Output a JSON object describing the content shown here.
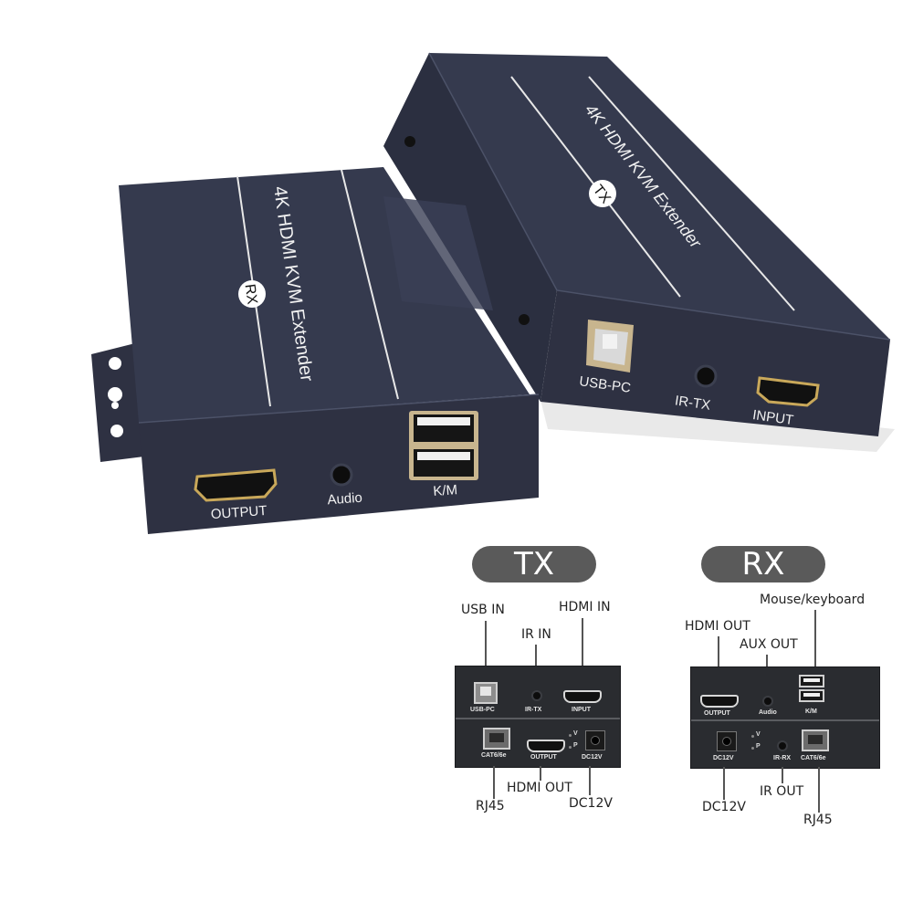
{
  "product": {
    "name": "4K HDMI KVM Extender",
    "rx_unit": {
      "badge": "RX",
      "top_text": "4K HDMI KVM Extender",
      "front_ports": [
        "OUTPUT",
        "Audio",
        "K/M"
      ]
    },
    "tx_unit": {
      "badge": "TX",
      "top_text": "4K HDMI KVM Extender",
      "front_ports": [
        "USB-PC",
        "IR-TX",
        "INPUT"
      ]
    }
  },
  "diagram": {
    "tx": {
      "title": "TX",
      "callouts_top": {
        "usb_in": "USB IN",
        "ir_in": "IR IN",
        "hdmi_in": "HDMI IN"
      },
      "panel_front": {
        "usb": "USB-PC",
        "ir": "IR-TX",
        "hdmi": "INPUT"
      },
      "panel_back": {
        "rj45": "CAT6/6e",
        "hdmi": "OUTPUT",
        "led_v": "V",
        "led_p": "P",
        "dc": "DC12V"
      },
      "callouts_bottom": {
        "rj45": "RJ45",
        "hdmi_out": "HDMI OUT",
        "dc": "DC12V"
      }
    },
    "rx": {
      "title": "RX",
      "callouts_top": {
        "hdmi_out": "HDMI OUT",
        "aux_out": "AUX OUT",
        "mouse_keyboard": "Mouse/keyboard"
      },
      "panel_front": {
        "hdmi": "OUTPUT",
        "audio": "Audio",
        "km": "K/M"
      },
      "panel_back": {
        "dc": "DC12V",
        "led_v": "V",
        "led_p": "P",
        "ir": "IR-RX",
        "rj45": "CAT6/6e"
      },
      "callouts_bottom": {
        "dc": "DC12V",
        "ir_out": "IR OUT",
        "rj45": "RJ45"
      }
    }
  },
  "colors": {
    "device_body": "#2e3142",
    "device_top": "#353a4e",
    "pill_bg": "#5a5a5a",
    "panel_bg": "#2a2c30",
    "gold": "#c9a85a"
  }
}
